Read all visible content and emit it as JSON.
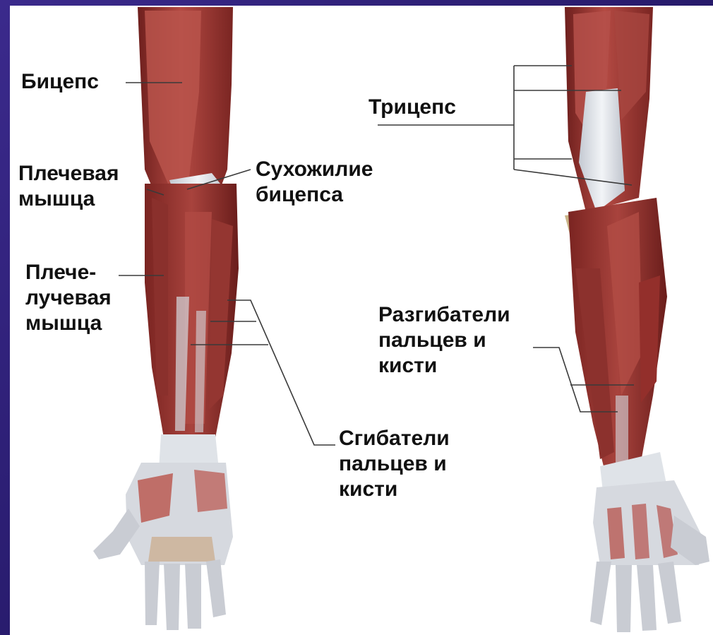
{
  "labels": {
    "biceps": [
      "Бицепс"
    ],
    "biceps_tendon": [
      "Сухожилие",
      "бицепса"
    ],
    "brachialis": [
      "Плечевая",
      "мышца"
    ],
    "brachioradialis": [
      "Плече-",
      "лучевая",
      "мышца"
    ],
    "flexors": [
      "Сгибатели",
      "пальцев и",
      "кисти"
    ],
    "triceps": [
      "Трицепс"
    ],
    "extensors": [
      "Разгибатели",
      "пальцев и",
      "кисти"
    ]
  },
  "colors": {
    "frame": "#2a1d6e",
    "muscle": "#9e3a36",
    "muscle_dark": "#6e1f1d",
    "tendon": "#dfe3e8",
    "skin": "#c9ccd3",
    "leader_line": "#3a3a3a"
  }
}
